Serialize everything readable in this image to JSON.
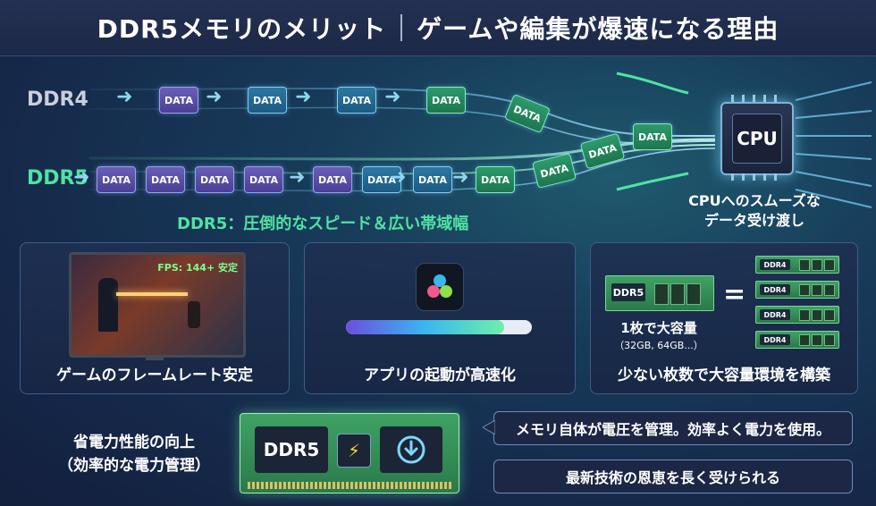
{
  "header": {
    "title_left": "DDR5メモリのメリット",
    "title_right": "ゲームや編集が爆速になる理由"
  },
  "flow": {
    "ddr4_label": "DDR4",
    "ddr5_label": "DDR5",
    "chip_text": "DATA",
    "cpu_label": "CPU",
    "cpu_caption_line1": "CPUへのスムーズな",
    "cpu_caption_line2": "データ受け渡し",
    "ddr5_tagline": "DDR5：圧倒的なスピード＆広い帯域幅"
  },
  "panels": {
    "game": {
      "fps_text": "FPS: 144+ 安定",
      "caption": "ゲームのフレームレート安定"
    },
    "app": {
      "caption": "アプリの起動が高速化",
      "progress": 0.85
    },
    "capacity": {
      "big_stick_label": "DDR5",
      "small_stick_label": "DDR4",
      "equals": "=",
      "line1": "1枚で大容量",
      "line2": "（32GB, 64GB...）",
      "caption": "少ない枚数で大容量環境を構築"
    }
  },
  "bottom": {
    "power_line1": "省電力性能の向上",
    "power_line2": "（効率的な電力管理）",
    "module_label": "DDR5",
    "bubble1": "メモリ自体が電圧を管理。効率よく電力を使用。",
    "bubble2": "最新技術の恩恵を長く受けられる"
  },
  "colors": {
    "accent_green": "#4fe3a3",
    "accent_cyan": "#7fd6ff",
    "ddr4_text": "#c9cfdc"
  }
}
